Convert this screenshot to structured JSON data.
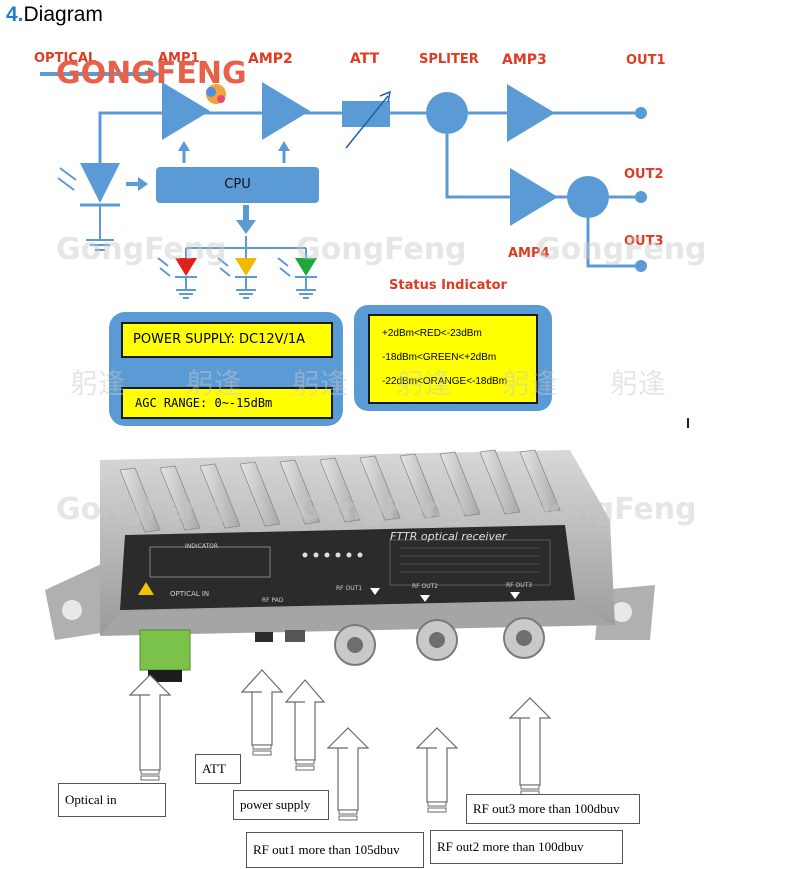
{
  "heading": {
    "number": "4.",
    "text": "Diagram"
  },
  "brand": "GONGFENG",
  "blocks": {
    "optical": "OPTICAL",
    "amp1": "AMP1",
    "amp2": "AMP2",
    "att": "ATT",
    "spliter": "SPLITER",
    "amp3": "AMP3",
    "amp4": "AMP4",
    "out1": "OUT1",
    "out2": "OUT2",
    "out3": "OUT3",
    "cpu": "CPU"
  },
  "status_indicator": {
    "title": "Status Indicator",
    "lines": [
      "+2dBm<RED<-23dBm",
      "-18dBm<GREEN<+2dBm",
      "-22dBm<ORANGE<-18dBm"
    ]
  },
  "power_supply": "POWER SUPPLY: DC12V/1A",
  "agc_range": "AGC RANGE: 0~-15dBm",
  "watermarks": {
    "latin": "GongFeng",
    "cjk": "躬逢"
  },
  "device": {
    "title": "FTTR optical receiver",
    "indicator": "INDICATOR",
    "optical_in_label": "OPTICAL IN",
    "rf_pad_label": "RF PAD",
    "rf_out1_label": "RF OUT1",
    "rf_out2_label": "RF OUT2",
    "rf_out3_label": "RF OUT3"
  },
  "callouts": {
    "optical_in": "Optical in",
    "att": "ATT",
    "power_supply": "power supply",
    "rf_out1": "RF out1 more than 105dbuv",
    "rf_out2": "RF out2 more than 100dbuv",
    "rf_out3": "RF out3 more than 100dbuv"
  },
  "colors": {
    "block_blue": "#5b9bd5",
    "label_red": "#e03a23",
    "yellow": "#ffff00",
    "led_red": "#e0201c",
    "led_orange": "#f5b800",
    "led_green": "#1fa83a"
  }
}
